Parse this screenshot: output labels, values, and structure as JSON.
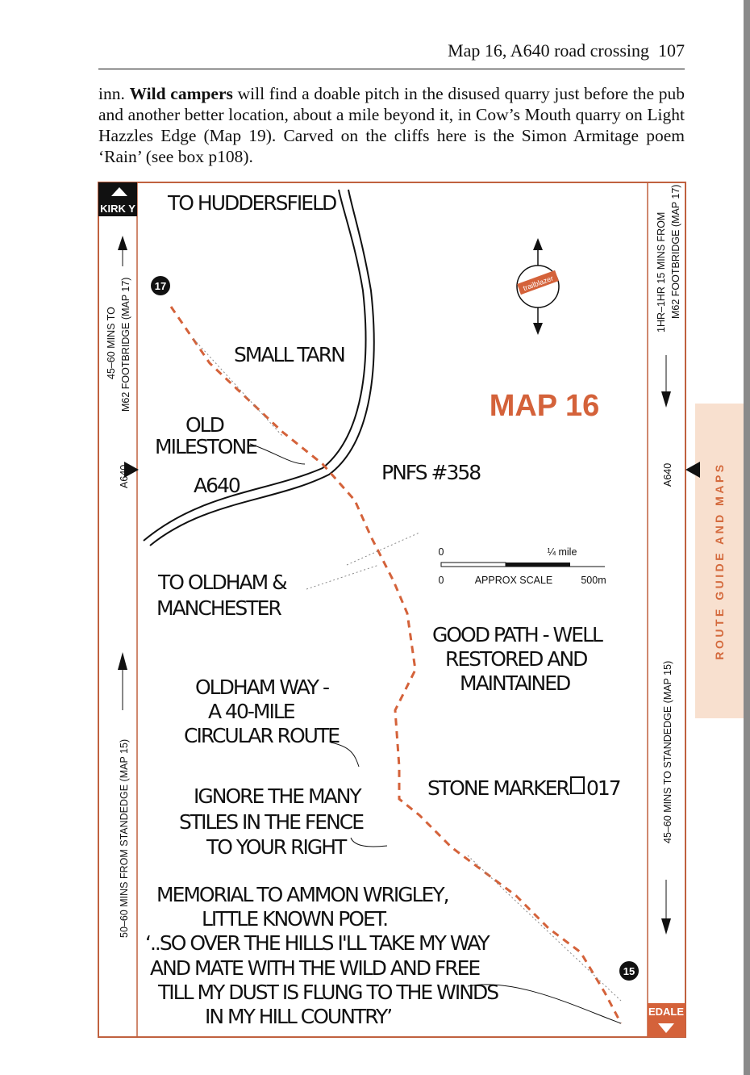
{
  "header": {
    "running_title": "Map 16, A640 road crossing",
    "page_number": "107"
  },
  "body_text": {
    "lead": "inn. ",
    "bold": "Wild campers",
    "rest": " will find a doable pitch in the disused quarry just before the pub and another better location, about a mile beyond it, in Cow’s Mouth quarry on Light Hazzles Edge (Map 19). Carved on the cliffs here is the Simon Armitage poem ‘Rain’ (see box p108)."
  },
  "side_tab": "ROUTE GUIDE AND MAPS",
  "map": {
    "title": "MAP 16",
    "accent_color": "#d4623a",
    "border_color": "#c0613f",
    "top_tab": "KIRK Y",
    "bottom_tab": "EDALE",
    "left_sidebar": {
      "top_line1": "45–60 MINS TO",
      "top_line2": "M62 FOOTBRIDGE (MAP 17)",
      "road": "A640",
      "bottom": "50–60 MINS FROM STANDEDGE (MAP 15)"
    },
    "right_sidebar": {
      "top_line1": "1HR–1HR 15 MINS FROM",
      "top_line2": "M62 FOOTBRIDGE (MAP 17)",
      "road": "A640",
      "bottom": "45–60 MINS TO STANDEDGE (MAP 15)"
    },
    "map_badges": {
      "next": "17",
      "prev": "15"
    },
    "compass_logo": "trailblazer",
    "scale": {
      "top_zero": "0",
      "top_label": "¼ mile",
      "bottom_zero": "0",
      "caption": "APPROX SCALE",
      "bottom_label": "500m"
    },
    "labels": {
      "huddersfield": "TO HUDDERSFIELD",
      "tarn": "SMALL TARN",
      "milestone1": "OLD",
      "milestone2": "MILESTONE",
      "road": "A640",
      "pnfs": "PNFS #358",
      "oldham1": "TO OLDHAM &",
      "oldham2": "MANCHESTER",
      "path1": "GOOD PATH - WELL",
      "path2": "RESTORED AND",
      "path3": "MAINTAINED",
      "oway1": "OLDHAM WAY -",
      "oway2": "A 40-MILE",
      "oway3": "CIRCULAR ROUTE",
      "stone": "STONE MARKER",
      "gps": "017",
      "ignore1": "IGNORE THE MANY",
      "ignore2": "STILES IN THE FENCE",
      "ignore3": "TO YOUR RIGHT",
      "mem1": "MEMORIAL TO AMMON WRIGLEY,",
      "mem2": "LITTLE KNOWN POET.",
      "mem3": "‘..SO OVER THE HILLS I'LL TAKE MY WAY",
      "mem4": "AND MATE WITH THE WILD AND FREE",
      "mem5": "TILL MY DUST IS FLUNG TO THE WINDS",
      "mem6": "IN MY HILL COUNTRY’"
    }
  }
}
